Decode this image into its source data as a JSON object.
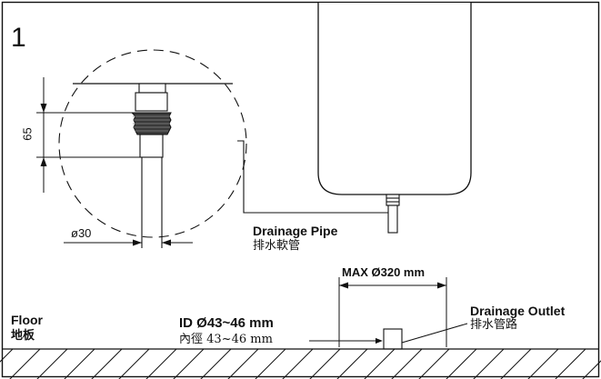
{
  "step_number": "1",
  "detail": {
    "height_dimension": "65",
    "diameter_dimension": "ø30"
  },
  "drainage_pipe": {
    "label_en": "Drainage Pipe",
    "label_zh": "排水軟管"
  },
  "max_dimension": "MAX Ø320 mm",
  "drainage_outlet": {
    "label_en": "Drainage Outlet",
    "label_zh": "排水管路"
  },
  "inner_diameter": {
    "label_en": "ID Ø43~46 mm",
    "label_zh": "內徑 43~46 mm"
  },
  "floor": {
    "label_en": "Floor",
    "label_zh": "地板"
  },
  "colors": {
    "line": "#111111",
    "thread_fill": "#3a3a3a",
    "background": "#ffffff"
  }
}
